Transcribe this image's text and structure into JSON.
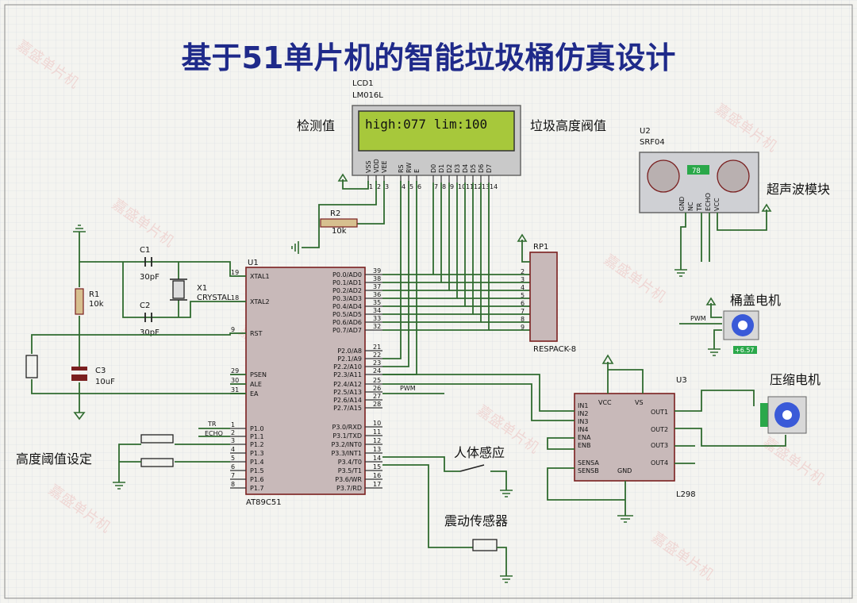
{
  "title": "基于51单片机的智能垃圾桶仿真设计",
  "watermark": "嘉盛单片机",
  "lcd": {
    "ref": "LCD1",
    "part": "LM016L",
    "line1": "high:077 lim:100",
    "pins": [
      "VSS",
      "VDD",
      "VEE",
      "RS",
      "RW",
      "E",
      "D0",
      "D1",
      "D2",
      "D3",
      "D4",
      "D5",
      "D6",
      "D7"
    ],
    "pin_numbers": [
      "1",
      "2",
      "3",
      "4",
      "5",
      "6",
      "7",
      "8",
      "9",
      "10",
      "11",
      "12",
      "13",
      "14"
    ]
  },
  "annotations": {
    "detect_value": "检测值",
    "threshold": "垃圾高度阀值",
    "ultrasonic": "超声波模块",
    "lid_motor": "桶盖电机",
    "compress_motor": "压缩电机",
    "human_sensor": "人体感应",
    "vibration_sensor": "震动传感器",
    "threshold_setting": "高度阈值设定"
  },
  "mcu": {
    "ref": "U1",
    "part": "AT89C51",
    "left_pins": [
      {
        "num": "19",
        "name": "XTAL1"
      },
      {
        "num": "18",
        "name": "XTAL2"
      },
      {
        "num": "9",
        "name": "RST"
      },
      {
        "num": "29",
        "name": "PSEN"
      },
      {
        "num": "30",
        "name": "ALE"
      },
      {
        "num": "31",
        "name": "EA"
      },
      {
        "num": "1",
        "name": "P1.0"
      },
      {
        "num": "2",
        "name": "P1.1"
      },
      {
        "num": "3",
        "name": "P1.2"
      },
      {
        "num": "4",
        "name": "P1.3"
      },
      {
        "num": "5",
        "name": "P1.4"
      },
      {
        "num": "6",
        "name": "P1.5"
      },
      {
        "num": "7",
        "name": "P1.6"
      },
      {
        "num": "8",
        "name": "P1.7"
      }
    ],
    "right_pins": [
      {
        "num": "39",
        "name": "P0.0/AD0"
      },
      {
        "num": "38",
        "name": "P0.1/AD1"
      },
      {
        "num": "37",
        "name": "P0.2/AD2"
      },
      {
        "num": "36",
        "name": "P0.3/AD3"
      },
      {
        "num": "35",
        "name": "P0.4/AD4"
      },
      {
        "num": "34",
        "name": "P0.5/AD5"
      },
      {
        "num": "33",
        "name": "P0.6/AD6"
      },
      {
        "num": "32",
        "name": "P0.7/AD7"
      },
      {
        "num": "21",
        "name": "P2.0/A8"
      },
      {
        "num": "22",
        "name": "P2.1/A9"
      },
      {
        "num": "23",
        "name": "P2.2/A10"
      },
      {
        "num": "24",
        "name": "P2.3/A11"
      },
      {
        "num": "25",
        "name": "P2.4/A12"
      },
      {
        "num": "26",
        "name": "P2.5/A13"
      },
      {
        "num": "27",
        "name": "P2.6/A14"
      },
      {
        "num": "28",
        "name": "P2.7/A15"
      },
      {
        "num": "10",
        "name": "P3.0/RXD"
      },
      {
        "num": "11",
        "name": "P3.1/TXD"
      },
      {
        "num": "12",
        "name": "P3.2/INT0"
      },
      {
        "num": "13",
        "name": "P3.3/INT1"
      },
      {
        "num": "14",
        "name": "P3.4/T0"
      },
      {
        "num": "15",
        "name": "P3.5/T1"
      },
      {
        "num": "16",
        "name": "P3.6/WR"
      },
      {
        "num": "17",
        "name": "P3.7/RD"
      }
    ]
  },
  "components": {
    "r1": {
      "ref": "R1",
      "value": "10k"
    },
    "r2": {
      "ref": "R2",
      "value": "10k"
    },
    "c1": {
      "ref": "C1",
      "value": "30pF"
    },
    "c2": {
      "ref": "C2",
      "value": "30pF"
    },
    "c3": {
      "ref": "C3",
      "value": "10uF"
    },
    "x1": {
      "ref": "X1",
      "value": "CRYSTAL"
    },
    "rp1": {
      "ref": "RP1",
      "value": "RESPACK-8"
    },
    "u2": {
      "ref": "U2",
      "value": "SRF04",
      "reading": "78"
    },
    "u3": {
      "ref": "U3",
      "value": "L298"
    },
    "servo": {
      "reading": "+6.57"
    }
  },
  "nets": {
    "pwm": "PWM",
    "tr": "TR",
    "echo": "ECHO"
  }
}
